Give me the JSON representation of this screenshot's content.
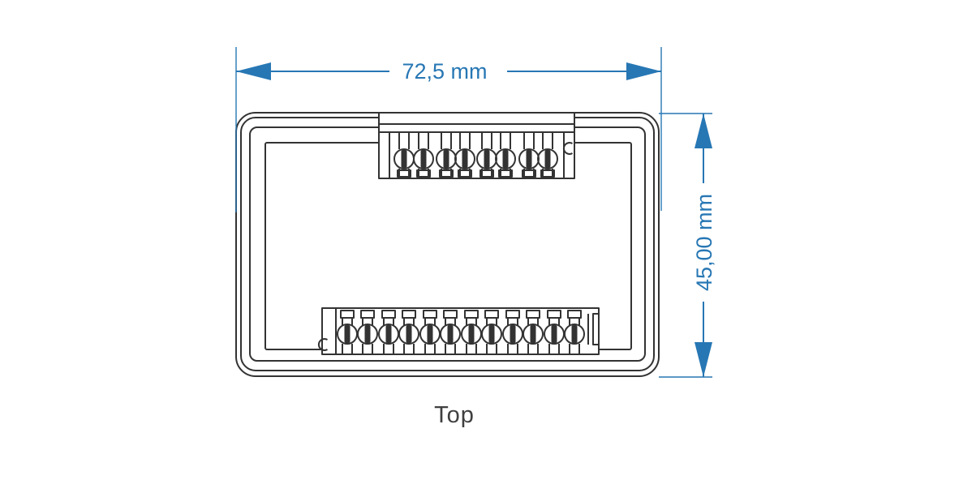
{
  "page": {
    "background": "#ffffff"
  },
  "drawing": {
    "view_label": "Top",
    "dimensions": {
      "width": {
        "label": "72,5 mm",
        "value": 72.5,
        "unit": "mm"
      },
      "height": {
        "label": "45,00 mm",
        "value": 45.0,
        "unit": "mm"
      }
    },
    "device": {
      "type": "terminal-module-enclosure",
      "terminal_blocks": [
        {
          "position": "top",
          "screw_count": 8
        },
        {
          "position": "bottom",
          "screw_count": 12
        }
      ]
    },
    "colors": {
      "outline": "#333333",
      "dimension": "#2777b4",
      "label": "#404040"
    }
  }
}
